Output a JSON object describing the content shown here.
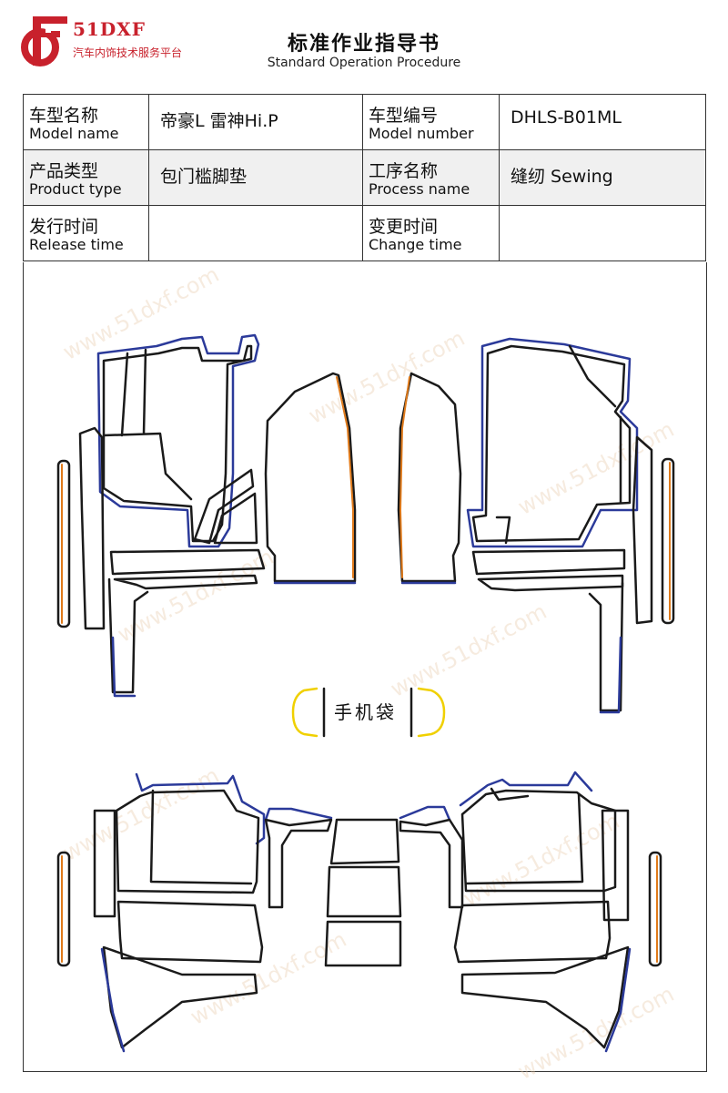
{
  "header": {
    "logo_brand": "51DXF",
    "logo_tagline": "汽车内饰技术服务平台",
    "title": "标准作业指导书",
    "subtitle": "Standard Operation Procedure"
  },
  "info_table": {
    "model_name_label_cn": "车型名称",
    "model_name_label_en": "Model name",
    "model_name_value": "帝豪L 雷神Hi.P",
    "model_number_label_cn": "车型编号",
    "model_number_label_en": "Model number",
    "model_number_value": "DHLS-B01ML",
    "product_type_label_cn": "产品类型",
    "product_type_label_en": "Product type",
    "product_type_value": "包门槛脚垫",
    "process_name_label_cn": "工序名称",
    "process_name_label_en": "Process name",
    "process_name_value": "缝纫 Sewing",
    "release_time_label_cn": "发行时间",
    "release_time_label_en": "Release time",
    "release_time_value": "",
    "change_time_label_cn": "变更时间",
    "change_time_label_en": "Change time",
    "change_time_value": ""
  },
  "diagram": {
    "phone_pocket_label": "手机袋",
    "line_colors": {
      "outline": "#1a1a1a",
      "binding_blue": "#2b3a9a",
      "binding_orange": "#e07a1a",
      "binding_yellow": "#f0d000"
    }
  },
  "watermark": "www.51dxf.com"
}
